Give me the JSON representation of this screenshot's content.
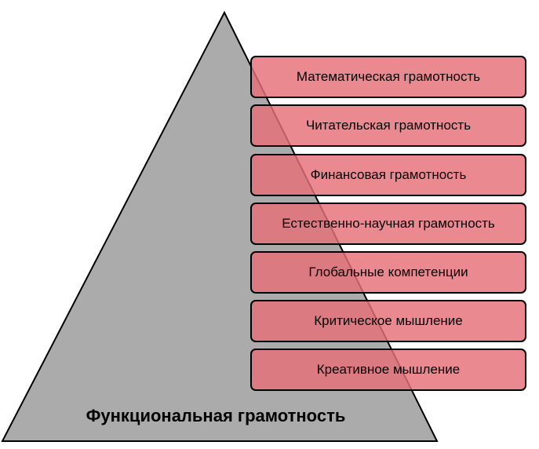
{
  "diagram": {
    "base_title": "Функциональная  грамотность",
    "items": [
      "Математическая грамотность",
      "Читательская грамотность",
      "Финансовая грамотность",
      "Естественно-научная грамотность",
      "Глобальные компетенции",
      "Критическое мышление",
      "Креативное мышление"
    ]
  },
  "colors": {
    "pyramid_fill": "#ababab",
    "box_fill": "#e66f78",
    "border": "#000000"
  }
}
